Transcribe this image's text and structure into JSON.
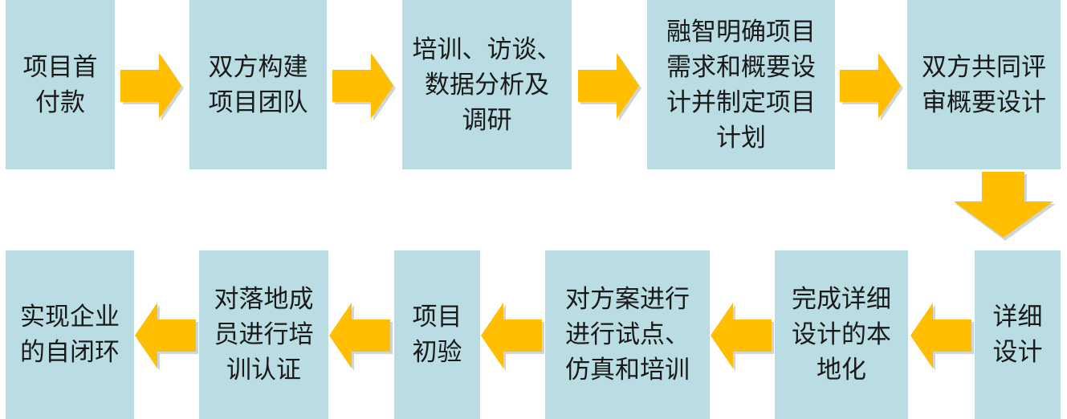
{
  "colors": {
    "box_fill": "#b9dde2",
    "arrow_fill": "#ffbf00",
    "arrow_shadow": "#cfd6d8",
    "text": "#1a1a1a"
  },
  "steps": [
    {
      "label": "项目首\n付款"
    },
    {
      "label": "双方构建\n项目团队"
    },
    {
      "label": "培训、访谈、\n数据分析及\n调研"
    },
    {
      "label": "融智明确项目\n需求和概要设\n计并制定项目\n计划"
    },
    {
      "label": "双方共同评\n审概要设计"
    },
    {
      "label": "详细\n设计"
    },
    {
      "label": "完成详细\n设计的本\n地化"
    },
    {
      "label": "对方案进行\n进行试点、\n仿真和培训"
    },
    {
      "label": "项目\n初验"
    },
    {
      "label": "对落地成\n员进行培\n训认证"
    },
    {
      "label": "实现企业\n的自闭环"
    }
  ]
}
